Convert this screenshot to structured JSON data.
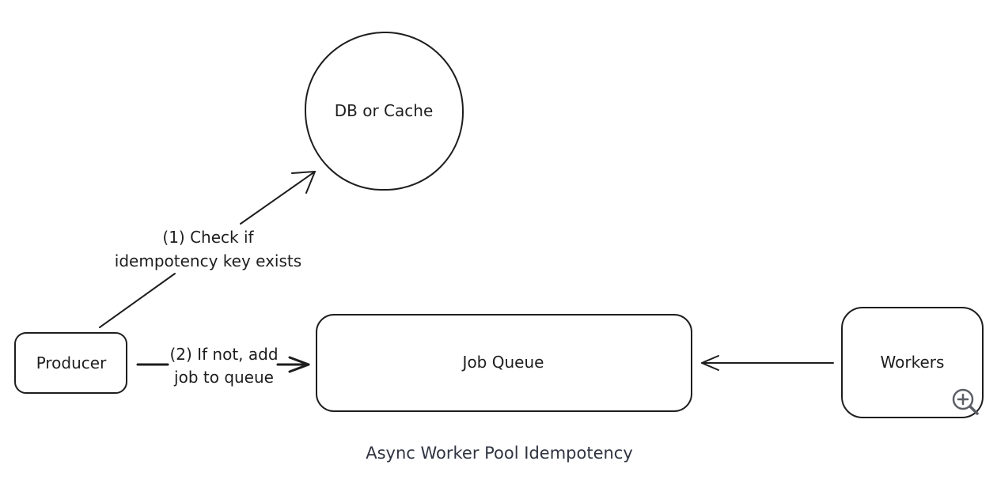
{
  "nodes": {
    "db_cache": "DB or Cache",
    "producer": "Producer",
    "job_queue": "Job Queue",
    "workers": "Workers"
  },
  "edges": {
    "check_line1": "(1) Check if",
    "check_line2": "idempotency key exists",
    "add_line1": "(2) If not, add",
    "add_line2": "job to queue"
  },
  "caption": "Async Worker Pool Idempotency",
  "icons": {
    "zoom": "zoom-in-icon"
  }
}
